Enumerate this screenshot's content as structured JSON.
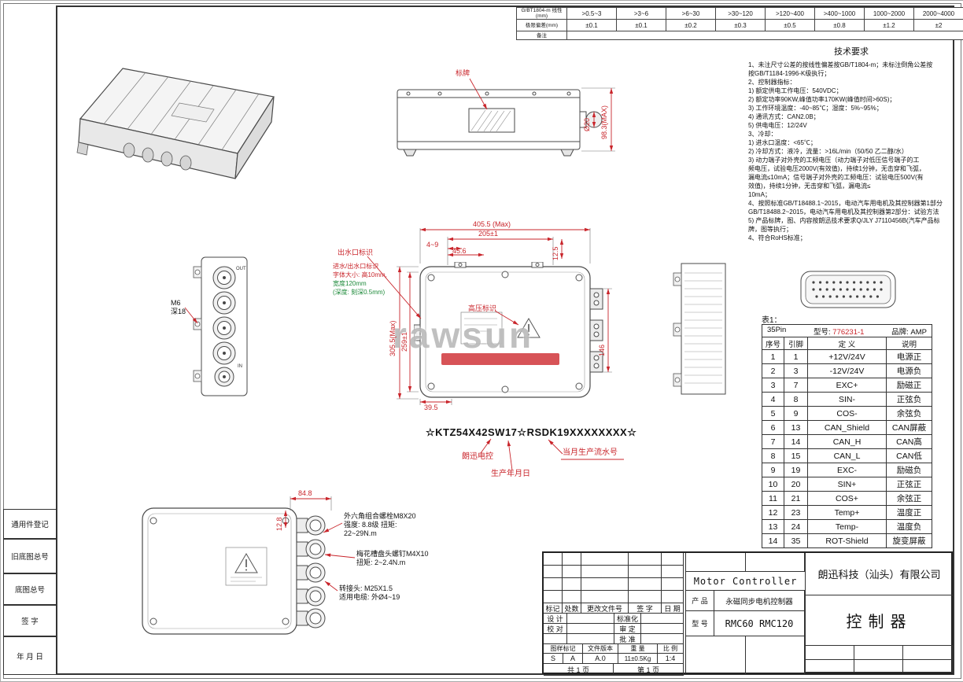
{
  "left_margin": {
    "boxes": [
      "通用件登记",
      "旧底图总号",
      "底图总号",
      "签  字",
      "年 月 日"
    ]
  },
  "tolerance_table": {
    "corner": "G/BT1804-m 线性(mm)",
    "row2_label": "极限偏差(mm)",
    "row3_label": "备注",
    "ranges": [
      ">0.5~3",
      ">3~6",
      ">6~30",
      ">30~120",
      ">120~400",
      ">400~1000",
      "1000~2000",
      "2000~4000"
    ],
    "values": [
      "±0.1",
      "±0.1",
      "±0.2",
      "±0.3",
      "±0.5",
      "±0.8",
      "±1.2",
      "±2"
    ]
  },
  "tech_requirements": {
    "title": "技术要求",
    "lines": [
      "1、未注尺寸公差的按线性偏差按GB/T1804-m；未标注倒角公差按",
      "按GB/T1184-1996-K级执行；",
      "2、控制器指标：",
      "1) 额定供电工作电压：540VDC；",
      "2) 额定功率90KW,峰值功率170KW(峰值时间>60S)；",
      "3) 工作环境温度：-40~85℃；湿度：5%~95%；",
      "4) 通讯方式：CAN2.0B；",
      "5) 供电电压：12/24V",
      "3、冷却：",
      "1) 进水口温度：<65℃；",
      "2) 冷却方式：液冷，流量：>16L/min（50/50 乙二醇/水）",
      "3) 动力端子对外壳的工频电压（动力端子对低压信号端子的工",
      "频电压，试验电压2000V(有效值)，持续1分钟，无击穿和飞弧，",
      "漏电流≤10mA；信号端子对外壳的工频电压：试验电压500V(有",
      "效值)，持续1分钟，无击穿和飞弧，漏电流≤",
      "10mA；",
      "4、按照标准GB/T18488.1~2015，电动汽车用电机及其控制器第1部分",
      "GB/T18488.2~2015，电动汽车用电机及其控制器第2部分：试验方法",
      "5) 产品标牌，图、内容按朗迅技术要求Q/JLY J7110456B(汽车产品标",
      "牌，图等执行；",
      "4、符合RoHS标准；"
    ]
  },
  "dims": {
    "d405": "405.5 (Max)",
    "d205": "205±1",
    "d4_9": "4~9",
    "d456": "45.6",
    "d125": "12.5",
    "d259": "259±1",
    "d305": "305.5(Max)",
    "d146": "146",
    "d395": "39.5",
    "d20": "Ø20",
    "d983": "98.3(MAX)",
    "d848": "84.8",
    "d128": "12.8"
  },
  "labels": {
    "nameplate": "标牌",
    "outlet": "出水口标识",
    "outlet_note": [
      "进水/出水口标识",
      "字体大小: 高10mm,",
      "宽度120mm",
      "(深度: 刻深0.5mm)"
    ],
    "hv": "高压标识",
    "m6": "M6",
    "m6_depth": "深18",
    "out": "OUT",
    "in": "IN",
    "watermark": "rawsun"
  },
  "part_number": {
    "text": "☆KTZ54X42SW17☆RSDK19XXXXXXXX☆",
    "brand_callout": "朗迅电控",
    "date_callout": "生产年月日",
    "serial_callout": "当月生产流水号"
  },
  "bottom_notes": {
    "bolt1": [
      "外六角组合螺栓M8X20",
      "强度: 8.8级  扭矩:",
      "22~29N.m"
    ],
    "bolt2": [
      "梅花槽盘头螺钉M4X10",
      "扭矩: 2~2.4N.m"
    ],
    "gland": [
      "转接头: M25X1.5",
      "适用电缆: 外Ø4~19"
    ]
  },
  "pin_table": {
    "caption": "表1：",
    "header": {
      "pins": "35Pin",
      "model_label": "型号:",
      "model": "776231-1",
      "brand_label": "品牌:",
      "brand": "AMP"
    },
    "columns": [
      "序号",
      "引脚",
      "定  义",
      "说明"
    ],
    "rows": [
      [
        "1",
        "1",
        "+12V/24V",
        "电源正"
      ],
      [
        "2",
        "3",
        "-12V/24V",
        "电源负"
      ],
      [
        "3",
        "7",
        "EXC+",
        "励磁正"
      ],
      [
        "4",
        "8",
        "SIN-",
        "正弦负"
      ],
      [
        "5",
        "9",
        "COS-",
        "余弦负"
      ],
      [
        "6",
        "13",
        "CAN_Shield",
        "CAN屏蔽"
      ],
      [
        "7",
        "14",
        "CAN_H",
        "CAN高"
      ],
      [
        "8",
        "15",
        "CAN_L",
        "CAN低"
      ],
      [
        "9",
        "19",
        "EXC-",
        "励磁负"
      ],
      [
        "10",
        "20",
        "SIN+",
        "正弦正"
      ],
      [
        "11",
        "21",
        "COS+",
        "余弦正"
      ],
      [
        "12",
        "23",
        "Temp+",
        "温度正"
      ],
      [
        "13",
        "24",
        "Temp-",
        "温度负"
      ],
      [
        "14",
        "35",
        "ROT-Shield",
        "旋变屏蔽"
      ]
    ]
  },
  "title_block": {
    "title_en": "Motor Controller",
    "product_label": "产  品",
    "product": "永磁同步电机控制器",
    "model_label": "型  号",
    "model": "RMC60 RMC120",
    "company": "朗迅科技（汕头）有限公司",
    "doc_name": "控制器",
    "rev_headers": [
      "标记",
      "处数",
      "更改文件号",
      "签  字",
      "日  期"
    ],
    "sign": {
      "design": "设 计",
      "check": "校 对",
      "std": "标准化",
      "audit": "审 定",
      "approve": "批 准"
    },
    "spec_headers": [
      "图样标记",
      "文件版本",
      "重  量",
      "比  例"
    ],
    "spec_values": [
      "S",
      "A",
      "A.0",
      "11±0.5Kg",
      "1:4"
    ],
    "pages": {
      "total": "共 1 页",
      "current": "第 1 页"
    }
  }
}
